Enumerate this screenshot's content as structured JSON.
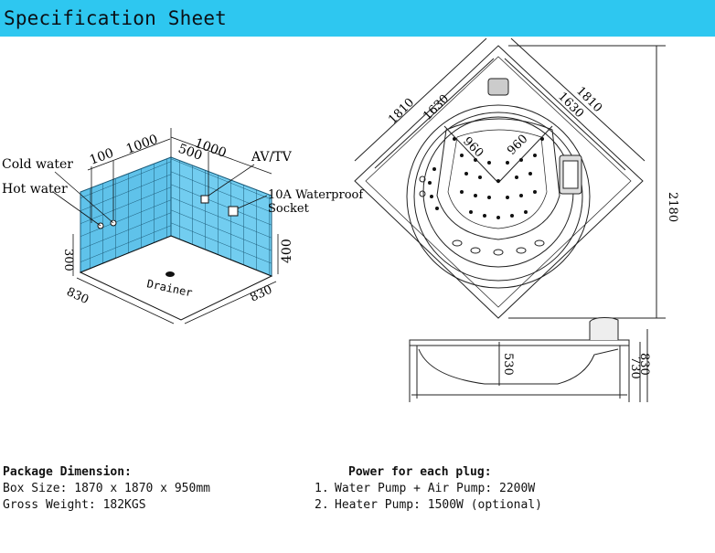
{
  "title": "Specification Sheet",
  "room": {
    "cold_water": "Cold water",
    "hot_water": "Hot water",
    "av_tv": "AV/TV",
    "socket_line1": "10A Waterproof",
    "socket_line2": "Socket",
    "dim_100": "100",
    "dim_1000_left": "1000",
    "dim_500": "500",
    "dim_1000_right": "1000",
    "dim_300": "300",
    "dim_400": "400",
    "dim_830_left": "830",
    "dim_830_right": "830",
    "drainer": "Drainer"
  },
  "top_view": {
    "d1810_left": "1810",
    "d1630_left": "1630",
    "d1630_right": "1630",
    "d1810_right": "1810",
    "d960_left": "960",
    "d960_right": "960",
    "d2180": "2180"
  },
  "side_view": {
    "d530": "530",
    "d730": "730",
    "d830": "830"
  },
  "package": {
    "heading": "Package Dimension:",
    "box_size": "Box Size: 1870 x 1870 x 950mm",
    "gross_weight": "Gross Weight: 182KGS"
  },
  "power": {
    "heading": "Power for each plug:",
    "items": [
      {
        "num": "1.",
        "text": "Water Pump + Air Pump: 2200W"
      },
      {
        "num": "2.",
        "text": "Heater Pump: 1500W (optional)"
      }
    ]
  },
  "colors": {
    "title_bar": "#2ec7f0",
    "tile": "#5fc2ea"
  }
}
